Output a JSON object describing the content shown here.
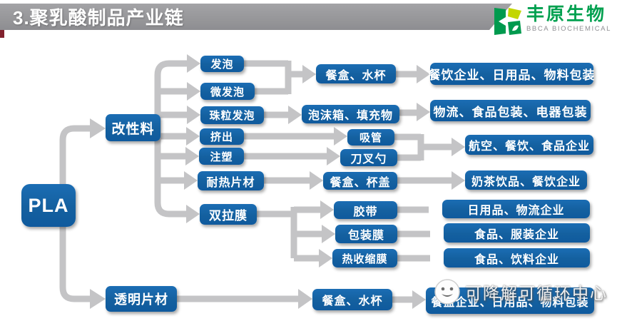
{
  "header": {
    "title": "3.聚乳酸制品产业链"
  },
  "logo": {
    "name": "丰原生物",
    "subtitle": "BBCA BIOCHEMICAL"
  },
  "watermark": {
    "text": "可降解可循环中心"
  },
  "diagram": {
    "root": "PLA",
    "branches": [
      "改性料",
      "透明片材"
    ],
    "processes": [
      "发泡",
      "微发泡",
      "珠粒发泡",
      "挤出",
      "注塑",
      "耐热片材",
      "双拉膜"
    ],
    "products": [
      "餐盒、水杯",
      "泡沫箱、填充物",
      "吸管",
      "刀叉勺",
      "餐盒、杯盖",
      "胶带",
      "包装膜",
      "热收缩膜",
      "餐盒、水杯"
    ],
    "markets": [
      "餐饮企业、日用品、物料包装",
      "物流、食品包装、电器包装",
      "航空、餐饮、食品企业",
      "奶茶饮品、餐饮企业",
      "日用品、物流企业",
      "食品、服装企业",
      "食品、饮料企业",
      "餐盒企业、日用品、物料包装"
    ]
  },
  "colors": {
    "box_blue": "#14609f",
    "arrow_gray": "#c4c4c6",
    "title_gray": "#949497",
    "accent_red": "#82222e",
    "logo_green": "#00a04f"
  }
}
